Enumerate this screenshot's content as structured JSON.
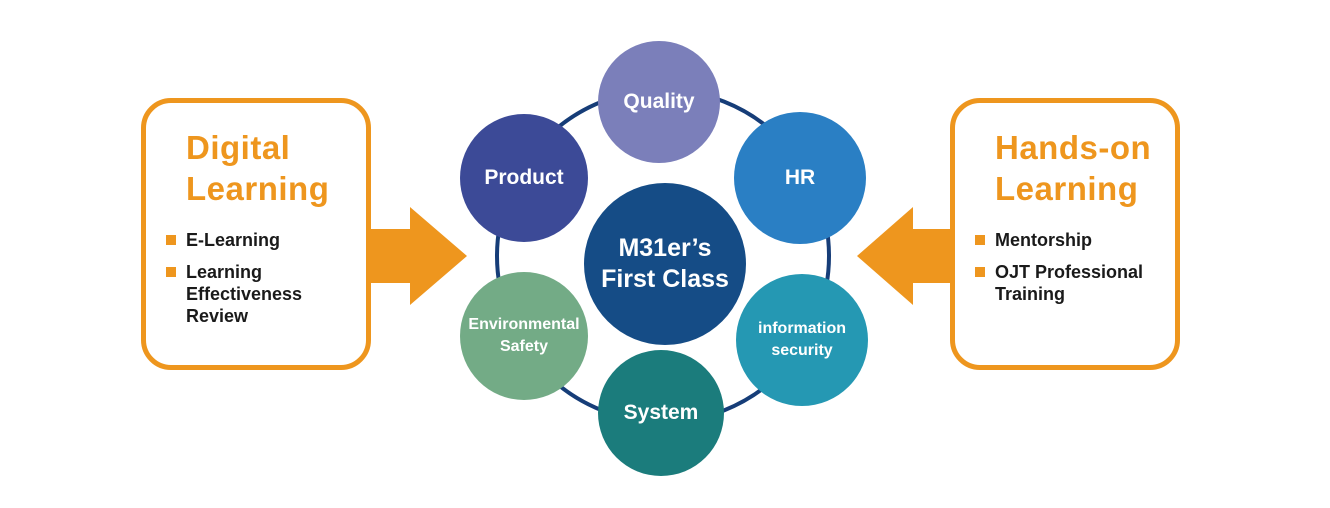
{
  "center": {
    "line1": "M31er’s",
    "line2": "First Class"
  },
  "satellites": {
    "quality": "Quality",
    "product": "Product",
    "hr": "HR",
    "environmental_line1": "Environmental",
    "environmental_line2": "Safety",
    "information_line1": "information",
    "information_line2": "security",
    "system": "System"
  },
  "left_panel": {
    "title_line1": "Digital",
    "title_line2": "Learning",
    "items": [
      [
        "E-Learning"
      ],
      [
        "Learning",
        "Effectiveness",
        "Review"
      ]
    ]
  },
  "right_panel": {
    "title_line1": "Hands-on",
    "title_line2": "Learning",
    "items": [
      [
        "Mentorship"
      ],
      [
        "OJT Professional",
        "Training"
      ]
    ]
  },
  "colors": {
    "accent_orange": "#ee961e",
    "ring": "#163d78",
    "center": "#154c86",
    "quality": "#7b7fba",
    "product": "#3c4a97",
    "hr": "#2a7fc4",
    "environmental_safety": "#73ab86",
    "information_security": "#2598b3",
    "system": "#1b7c7c"
  }
}
